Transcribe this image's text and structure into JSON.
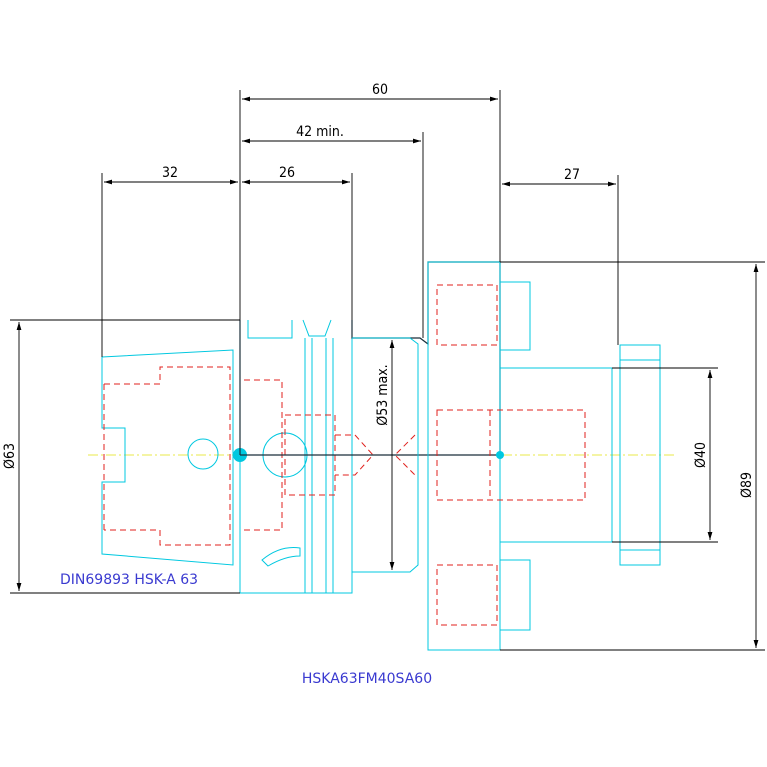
{
  "dimensions": {
    "d60": "60",
    "d42": "42 min.",
    "d32": "32",
    "d26": "26",
    "d27": "27",
    "dia63": "Ø63",
    "dia53": "Ø53 max.",
    "dia40": "Ø40",
    "dia89": "Ø89"
  },
  "labels": {
    "standard": "DIN69893 HSK-A 63",
    "part_number": "HSKA63FM40SA60"
  },
  "colors": {
    "outline": "#00c8e0",
    "hidden": "#e0201c",
    "dimension": "#000000",
    "label": "#3a3ad0",
    "centerline": "#e8e84a"
  }
}
